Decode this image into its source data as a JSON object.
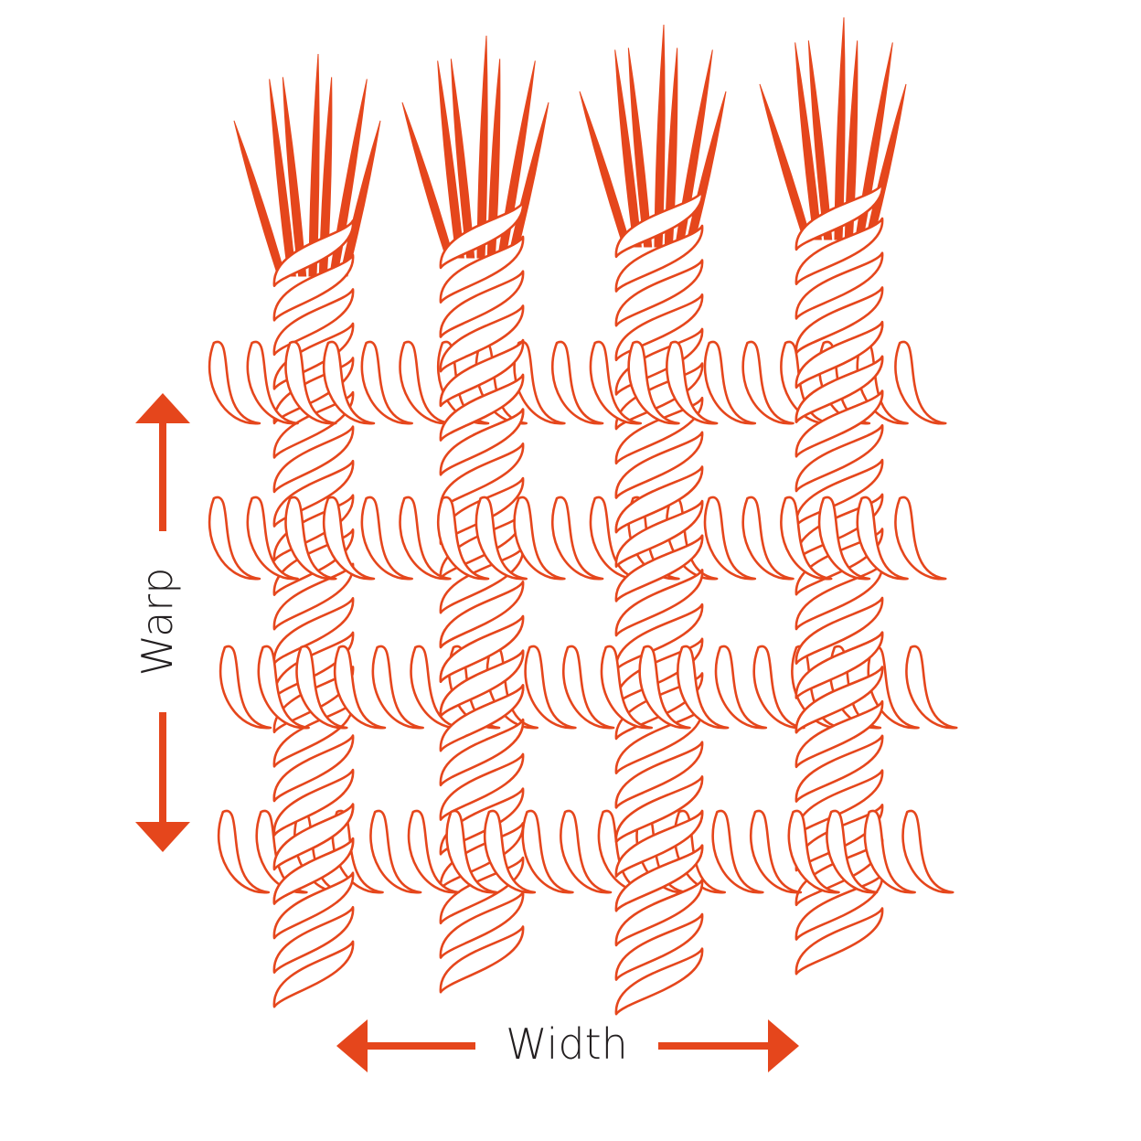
{
  "labels": {
    "warp": "Warp",
    "width": "Width"
  },
  "colors": {
    "rope_stroke": "#e5461c",
    "arrow_fill": "#e5461c",
    "text": "#231f20",
    "background": "#ffffff"
  },
  "structure": {
    "warp_ropes": 4,
    "weft_ropes": 4,
    "fringe_strands_per_warp": 7
  }
}
